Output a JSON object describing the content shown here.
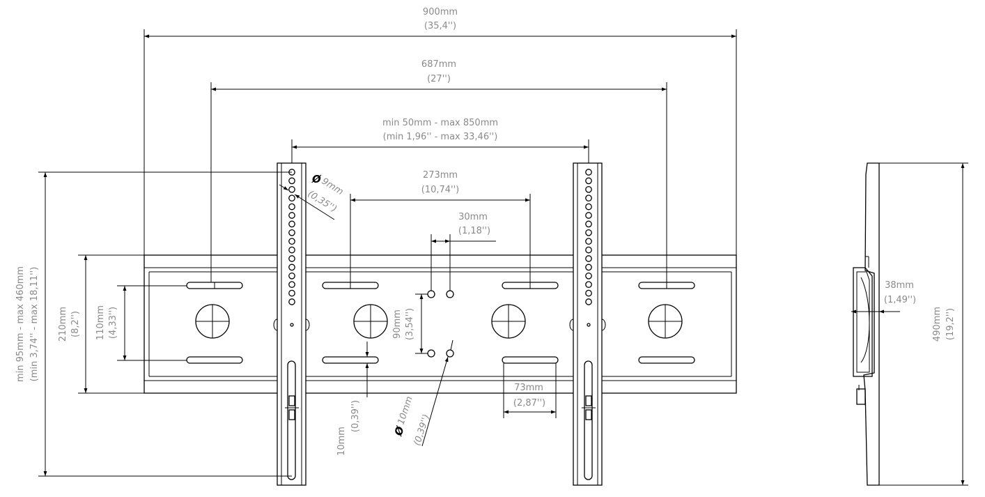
{
  "dimensions": {
    "overall_width": {
      "metric": "900mm",
      "imperial": "(35,4'')"
    },
    "arm_width": {
      "metric": "687mm",
      "imperial": "(27'')"
    },
    "vesa_horizontal": {
      "metric": "min 50mm - max 850mm",
      "imperial": "(min 1,96'' - max 33,46'')"
    },
    "slot_spacing": {
      "metric": "273mm",
      "imperial": "(10,74'')"
    },
    "hole_spacing": {
      "metric": "30mm",
      "imperial": "(1,18'')"
    },
    "rail_hole_diameter": {
      "symbol": "Ø",
      "metric": "9mm",
      "imperial": "(0,35'')"
    },
    "vesa_vertical": {
      "metric": "min 95mm - max 460mm",
      "imperial": "(min 3,74'' - max 18,11'')"
    },
    "plate_height": {
      "metric": "210mm",
      "imperial": "(8,2'')"
    },
    "slot_vertical": {
      "metric": "110mm",
      "imperial": "(4,33'')"
    },
    "hole_vertical": {
      "metric": "90mm",
      "imperial": "(3,54'')"
    },
    "slot_width": {
      "metric": "10mm",
      "imperial": "(0,39'')"
    },
    "centre_hole_diameter": {
      "symbol": "Ø",
      "metric": "10mm",
      "imperial": "(0,39'')"
    },
    "slot_length": {
      "metric": "73mm",
      "imperial": "(2,87'')"
    },
    "depth": {
      "metric": "38mm",
      "imperial": "(1,49'')"
    },
    "rail_height": {
      "metric": "490mm",
      "imperial": "(19,2'')"
    }
  }
}
